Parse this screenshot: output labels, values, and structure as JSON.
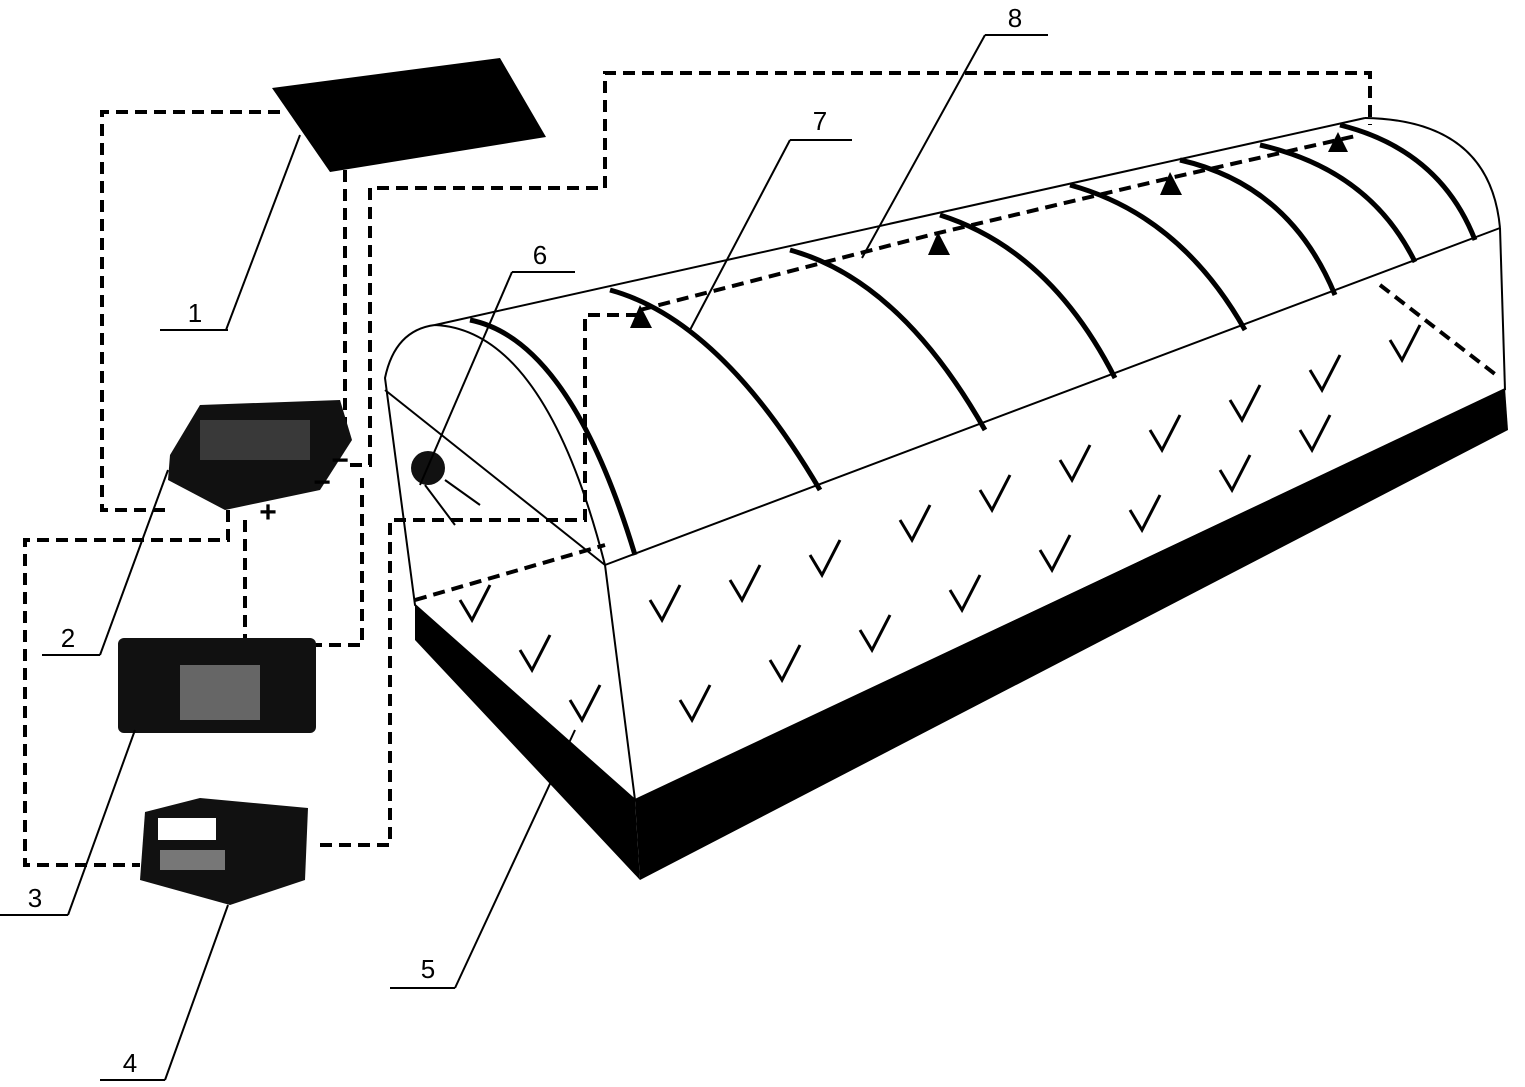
{
  "figure": {
    "labels": {
      "solar_panel": "1",
      "controller": "2",
      "battery": "3",
      "device": "4",
      "greenhouse": "5",
      "sensor": "6",
      "arch": "7",
      "sprinkler_line": "8"
    },
    "polarity": {
      "positive": "+",
      "negative": "−"
    }
  }
}
